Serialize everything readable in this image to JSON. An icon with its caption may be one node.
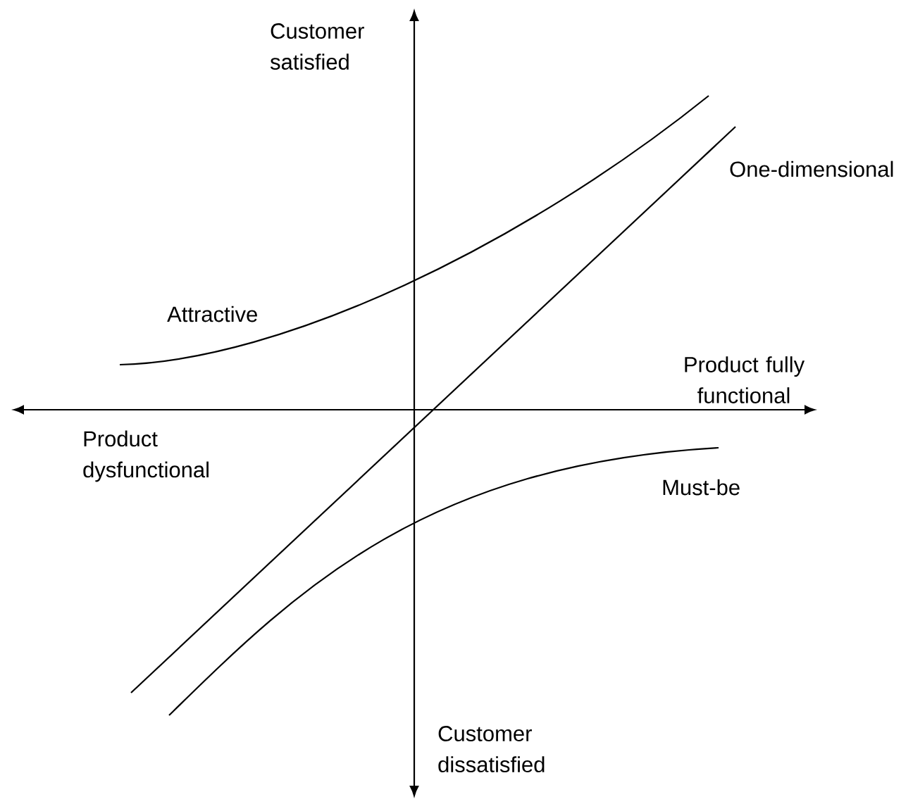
{
  "diagram": {
    "labels": [
      "Customer satisfied",
      "One-dimensional",
      "Attractive",
      "Product fully functional",
      "Product dysfunctional",
      "Must-be",
      "Customer dissatisfied"
    ]
  }
}
